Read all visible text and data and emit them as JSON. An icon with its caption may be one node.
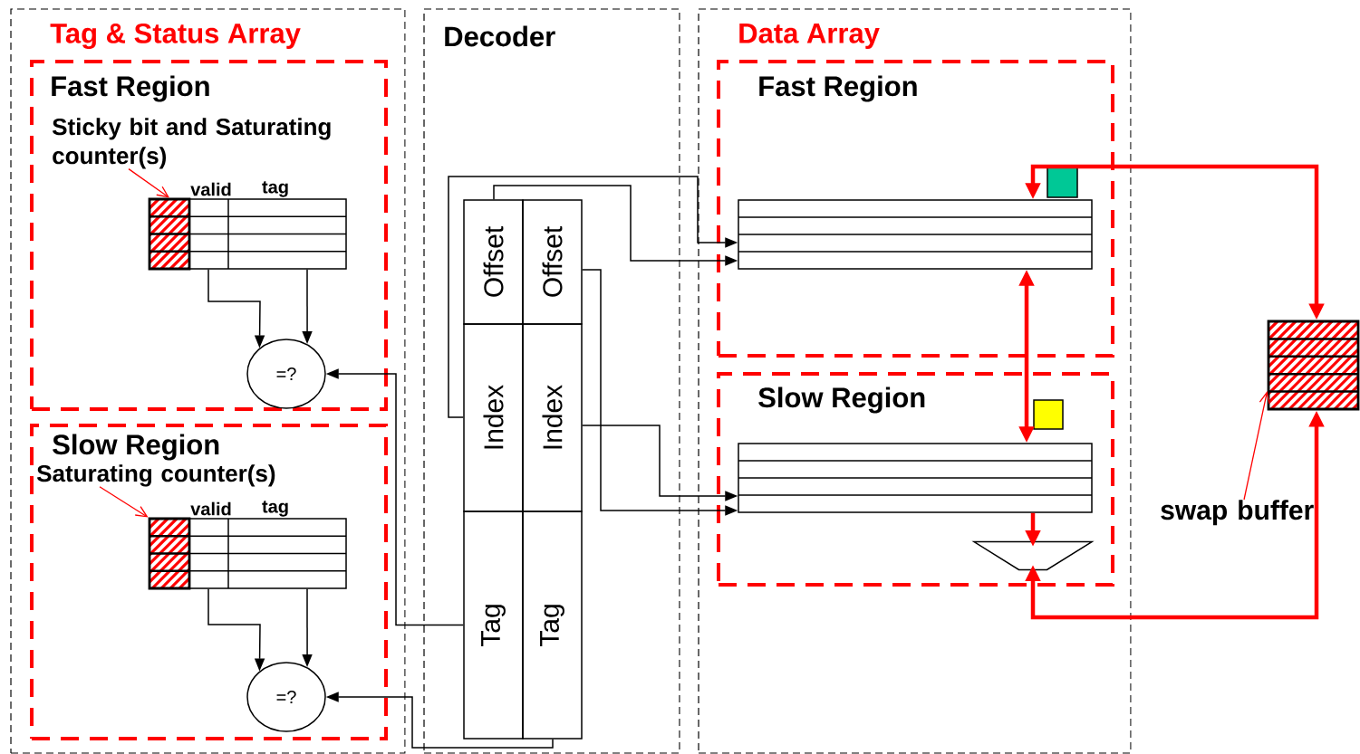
{
  "diagram": {
    "nodes": [
      {
        "text": [
          "Tag & Status Array"
        ]
      },
      {
        "text": [
          "Fast Region"
        ],
        "in": 0
      },
      {
        "text": [
          "Sticky bit and Saturating counter(s)"
        ],
        "in": 1
      },
      {
        "text": [],
        "shape": "box",
        "in": 1
      },
      {
        "text": [
          "valid",
          "tag"
        ],
        "in": 1
      },
      {
        "text": [
          "=?"
        ],
        "in": 1
      },
      {
        "text": [
          "Slow Region"
        ],
        "in": 0
      },
      {
        "text": [
          "Saturating counter(s)"
        ],
        "in": 6
      },
      {
        "text": [],
        "shape": "box",
        "in": 6
      },
      {
        "text": [
          "valid",
          "tag"
        ],
        "in": 6
      },
      {
        "text": [
          "=?"
        ],
        "in": 6
      },
      {
        "text": [
          "Decoder"
        ]
      },
      {
        "text": [
          "Offset"
        ],
        "in": 11
      },
      {
        "text": [
          "Index"
        ],
        "in": 11
      },
      {
        "text": [
          "Tag"
        ],
        "in": 11
      },
      {
        "text": [
          "Offset"
        ],
        "in": 11
      },
      {
        "text": [
          "Index"
        ],
        "in": 11
      },
      {
        "text": [
          "Tag"
        ],
        "in": 11
      },
      {
        "text": [
          "Data Array"
        ]
      },
      {
        "text": [
          "Fast Region"
        ],
        "in": 18
      },
      {
        "text": [],
        "shape": "box",
        "in": 19
      },
      {
        "text": [],
        "shape": "box",
        "in": 19
      },
      {
        "text": [
          "Slow Region"
        ],
        "in": 18
      },
      {
        "text": [],
        "shape": "box",
        "in": 22
      },
      {
        "text": [],
        "shape": "box",
        "in": 22
      },
      {
        "text": [],
        "shape": "trapezoid",
        "in": 22
      },
      {
        "text": [],
        "shape": "box"
      },
      {
        "text": [
          "swap buffer"
        ]
      }
    ],
    "edges": [
      {
        "from": 2,
        "to": 3,
        "arrow": "to",
        "color": "#ff0000"
      },
      {
        "from": 4,
        "to": 5,
        "arrow": "to"
      },
      {
        "from": 4,
        "to": 5,
        "arrow": "to"
      },
      {
        "from": 7,
        "to": 8,
        "arrow": "to",
        "color": "#ff0000"
      },
      {
        "from": 9,
        "to": 10,
        "arrow": "to"
      },
      {
        "from": 9,
        "to": 10,
        "arrow": "to"
      },
      {
        "from": 14,
        "to": 5,
        "arrow": "to"
      },
      {
        "from": 17,
        "to": 10,
        "arrow": "to"
      },
      {
        "from": 12,
        "to": 20,
        "arrow": "to"
      },
      {
        "from": 13,
        "to": 20,
        "arrow": "to"
      },
      {
        "from": 15,
        "to": 24,
        "arrow": "to"
      },
      {
        "from": 16,
        "to": 24,
        "arrow": "to"
      },
      {
        "from": 20,
        "to": 24,
        "arrow": "both",
        "style": "thick",
        "color": "#ff0000"
      },
      {
        "from": 26,
        "to": 20,
        "arrow": "both",
        "style": "thick",
        "color": "#ff0000"
      },
      {
        "from": 24,
        "to": 25,
        "arrow": "to",
        "style": "thick",
        "color": "#ff0000"
      },
      {
        "from": 26,
        "to": 25,
        "arrow": "both",
        "style": "thick",
        "color": "#ff0000"
      },
      {
        "from": 27,
        "to": 26,
        "arrow": "to",
        "color": "#ff0000"
      }
    ]
  }
}
